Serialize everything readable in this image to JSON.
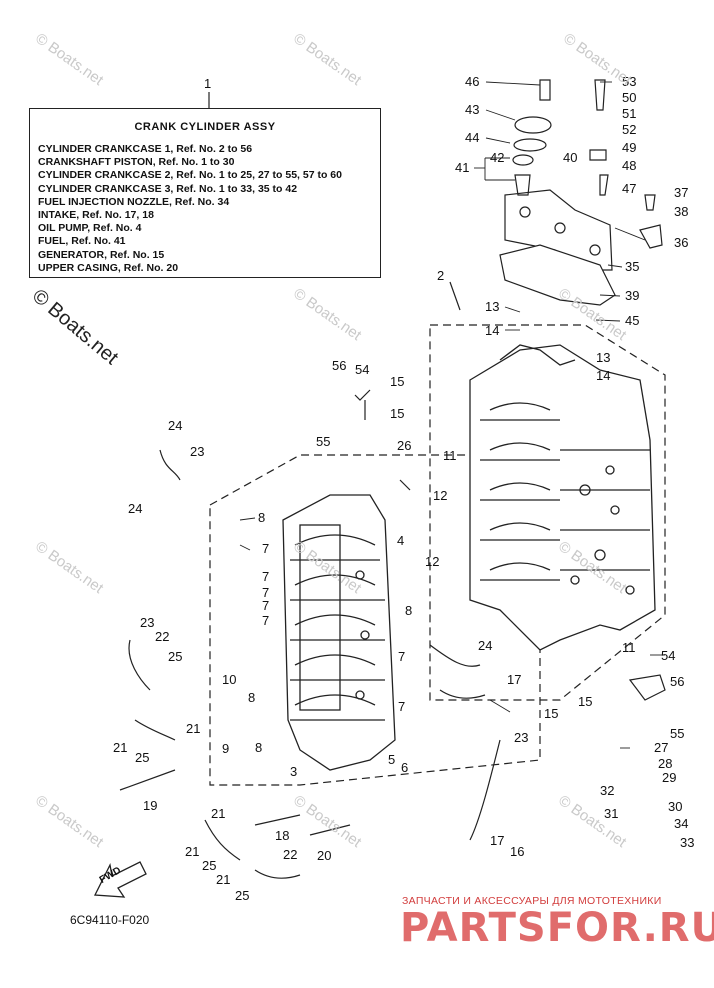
{
  "legend": {
    "number": "1",
    "title": "CRANK  CYLINDER ASSY",
    "lines": [
      "CYLINDER CRANKCASE 1, Ref. No. 2 to 56",
      "CRANKSHAFT PISTON,  Ref. No. 1 to 30",
      "CYLINDER CRANKCASE 2, Ref. No. 1 to 25, 27 to 55, 57 to 60",
      "CYLINDER CRANKCASE 3, Ref. No. 1 to 33, 35 to 42",
      "FUEL INJECTION NOZZLE, Ref. No. 34",
      "INTAKE, Ref. No. 17, 18",
      "OIL PUMP, Ref. No. 4",
      "FUEL,  Ref. No. 41",
      "GENERATOR,  Ref. No. 15",
      "UPPER CASING, Ref. No. 20"
    ]
  },
  "watermark_text": "© Boats.net",
  "fwd_label": "FWD",
  "diagram_code": "6C94110-F020",
  "brand": {
    "tagline": "ЗАПЧАСТИ И АКСЕССУАРЫ ДЛЯ МОТОТЕХНИКИ",
    "name": "PARTSFOR.RU"
  },
  "callouts": [
    "46",
    "43",
    "44",
    "42",
    "41",
    "53",
    "50",
    "51",
    "52",
    "49",
    "48",
    "47",
    "40",
    "37",
    "38",
    "36",
    "35",
    "39",
    "45",
    "2",
    "13",
    "14",
    "13",
    "14",
    "56",
    "54",
    "15",
    "15",
    "55",
    "24",
    "23",
    "26",
    "11",
    "12",
    "8",
    "4",
    "12",
    "24",
    "7",
    "7",
    "7",
    "7",
    "7",
    "23",
    "22",
    "25",
    "10",
    "8",
    "8",
    "7",
    "7",
    "24",
    "17",
    "15",
    "15",
    "54",
    "56",
    "55",
    "11",
    "21",
    "25",
    "21",
    "9",
    "8",
    "3",
    "5",
    "6",
    "23",
    "27",
    "28",
    "29",
    "32",
    "30",
    "31",
    "34",
    "33",
    "19",
    "21",
    "18",
    "22",
    "20",
    "17",
    "16",
    "21",
    "25",
    "21",
    "25"
  ]
}
